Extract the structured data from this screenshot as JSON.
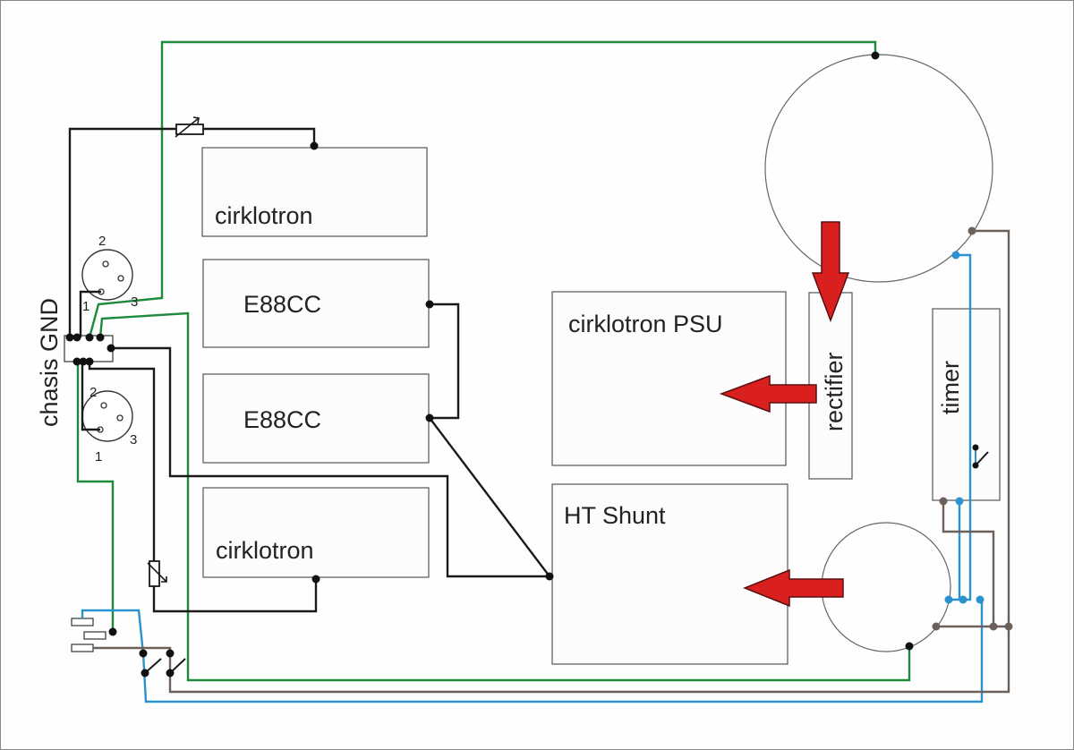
{
  "labels": {
    "cirklotron_top": "cirklotron",
    "e88cc_1": "E88CC",
    "e88cc_2": "E88CC",
    "cirklotron_bottom": "cirklotron",
    "psu": "cirklotron PSU",
    "rectifier": "rectifier",
    "timer": "timer",
    "ht_shunt": "HT Shunt",
    "chassis_gnd": "chasis GND"
  },
  "xlr_top": {
    "pin1": "1",
    "pin2": "2",
    "pin3": "3"
  },
  "xlr_bottom": {
    "pin1": "1",
    "pin2": "2",
    "pin3": "3"
  },
  "colors": {
    "wire_black": "#1a1a1a",
    "wire_green": "#1e8a3c",
    "wire_blue": "#2a93cf",
    "wire_gray": "#6b605a",
    "arrow_red": "#d9201f"
  }
}
